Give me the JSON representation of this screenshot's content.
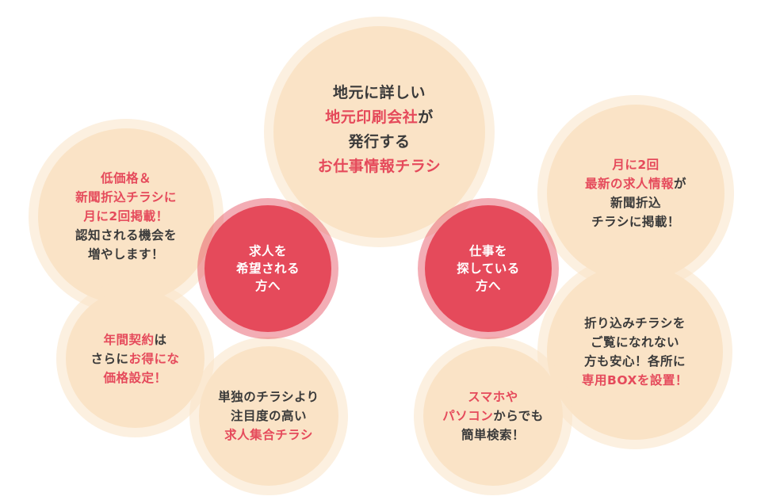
{
  "top": {
    "line1": "地元に詳しい",
    "line2_hl": "地元印刷会社",
    "line2_rest": "が",
    "line3": "発行する",
    "line4_hl": "お仕事情報チラシ"
  },
  "employer": {
    "center": [
      "求人を",
      "希望される",
      "方へ"
    ],
    "circle_a": {
      "l1_hl": "低価格＆",
      "l2_hl": "新聞折込チラシに",
      "l3_hl": "月に2回掲載！",
      "l4": "認知される機会を",
      "l5": "増やします！"
    },
    "circle_b": {
      "l1_hl": "年間契約",
      "l1_rest": "は",
      "l2_pre": "さらに",
      "l2_hl": "お得にな",
      "l3_hl": "価格設定！"
    },
    "circle_c": {
      "l1": "単独のチラシより",
      "l2": "注目度の高い",
      "l3_hl": "求人集合チラシ"
    }
  },
  "seeker": {
    "center": [
      "仕事を",
      "探している",
      "方へ"
    ],
    "circle_a": {
      "l1_hl": "月に2回",
      "l2_hl": "最新の求人情報",
      "l2_rest": "が",
      "l3": "新聞折込",
      "l4": "チラシに掲載！"
    },
    "circle_b": {
      "l1": "折り込みチラシを",
      "l2": "ご覧になれない",
      "l3": "方も安心！各所に",
      "l4_hl": "専用BOXを設置！"
    },
    "circle_c": {
      "l1_hl": "スマホや",
      "l2_hl": "パソコン",
      "l2_rest": "からでも",
      "l3": "簡単検索！"
    }
  }
}
